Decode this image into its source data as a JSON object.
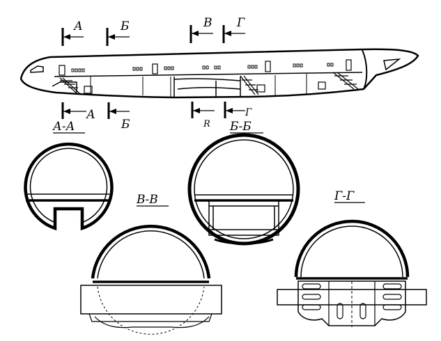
{
  "cut_markers": {
    "top": [
      "А",
      "Б",
      "В",
      "Г"
    ],
    "bottom": [
      "А",
      "Б",
      "R",
      "Г"
    ]
  },
  "section_titles": {
    "a": "А-А",
    "b": "Б-Б",
    "v": "В-В",
    "g": "Г-Г"
  }
}
